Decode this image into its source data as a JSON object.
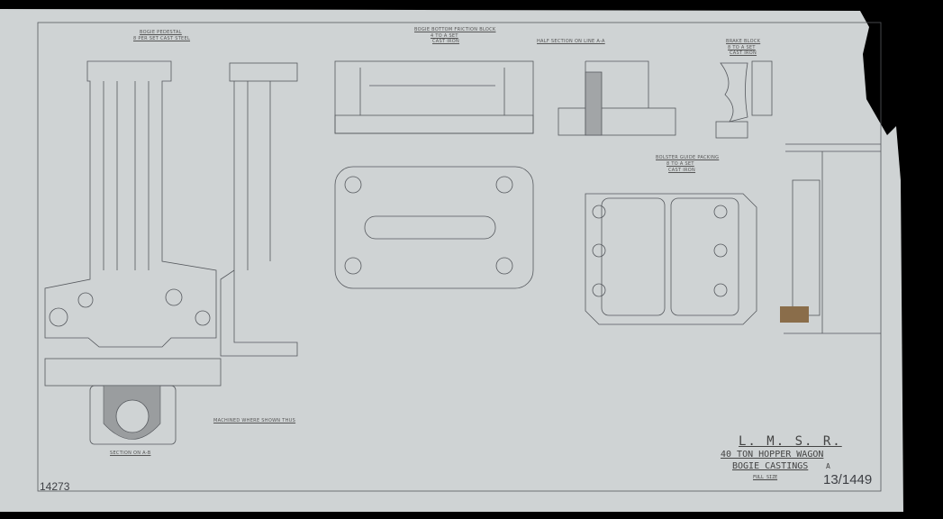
{
  "titleblock": {
    "company": "L. M. S. R.",
    "wagon": "40 TON HOPPER WAGON",
    "subject": "BOGIE CASTINGS",
    "revision": "A",
    "scale": "FULL SIZE",
    "drawing_number": "13/1449"
  },
  "archive_number": "14273",
  "views": {
    "pedestal_title": "BOGIE PEDESTAL",
    "pedestal_sub": "8 PER SET  CAST STEEL",
    "friction_title": "BOGIE BOTTOM FRICTION BLOCK",
    "friction_sub1": "4 TO A SET",
    "friction_sub2": "CAST IRON",
    "half_section": "HALF SECTION ON LINE A-A",
    "brake_title": "BRAKE BLOCK",
    "brake_sub1": "8 TO A SET",
    "brake_sub2": "CAST IRON",
    "bolster_title": "BOLSTER GUIDE PACKING",
    "bolster_sub1": "8 TO A SET",
    "bolster_sub2": "CAST IRON",
    "section_ab": "SECTION ON A-B",
    "machined_note": "MACHINED WHERE SHOWN THUS"
  },
  "colors": {
    "paper": "#cfd3d4",
    "ink": "#4a4d52",
    "background": "#000000"
  }
}
